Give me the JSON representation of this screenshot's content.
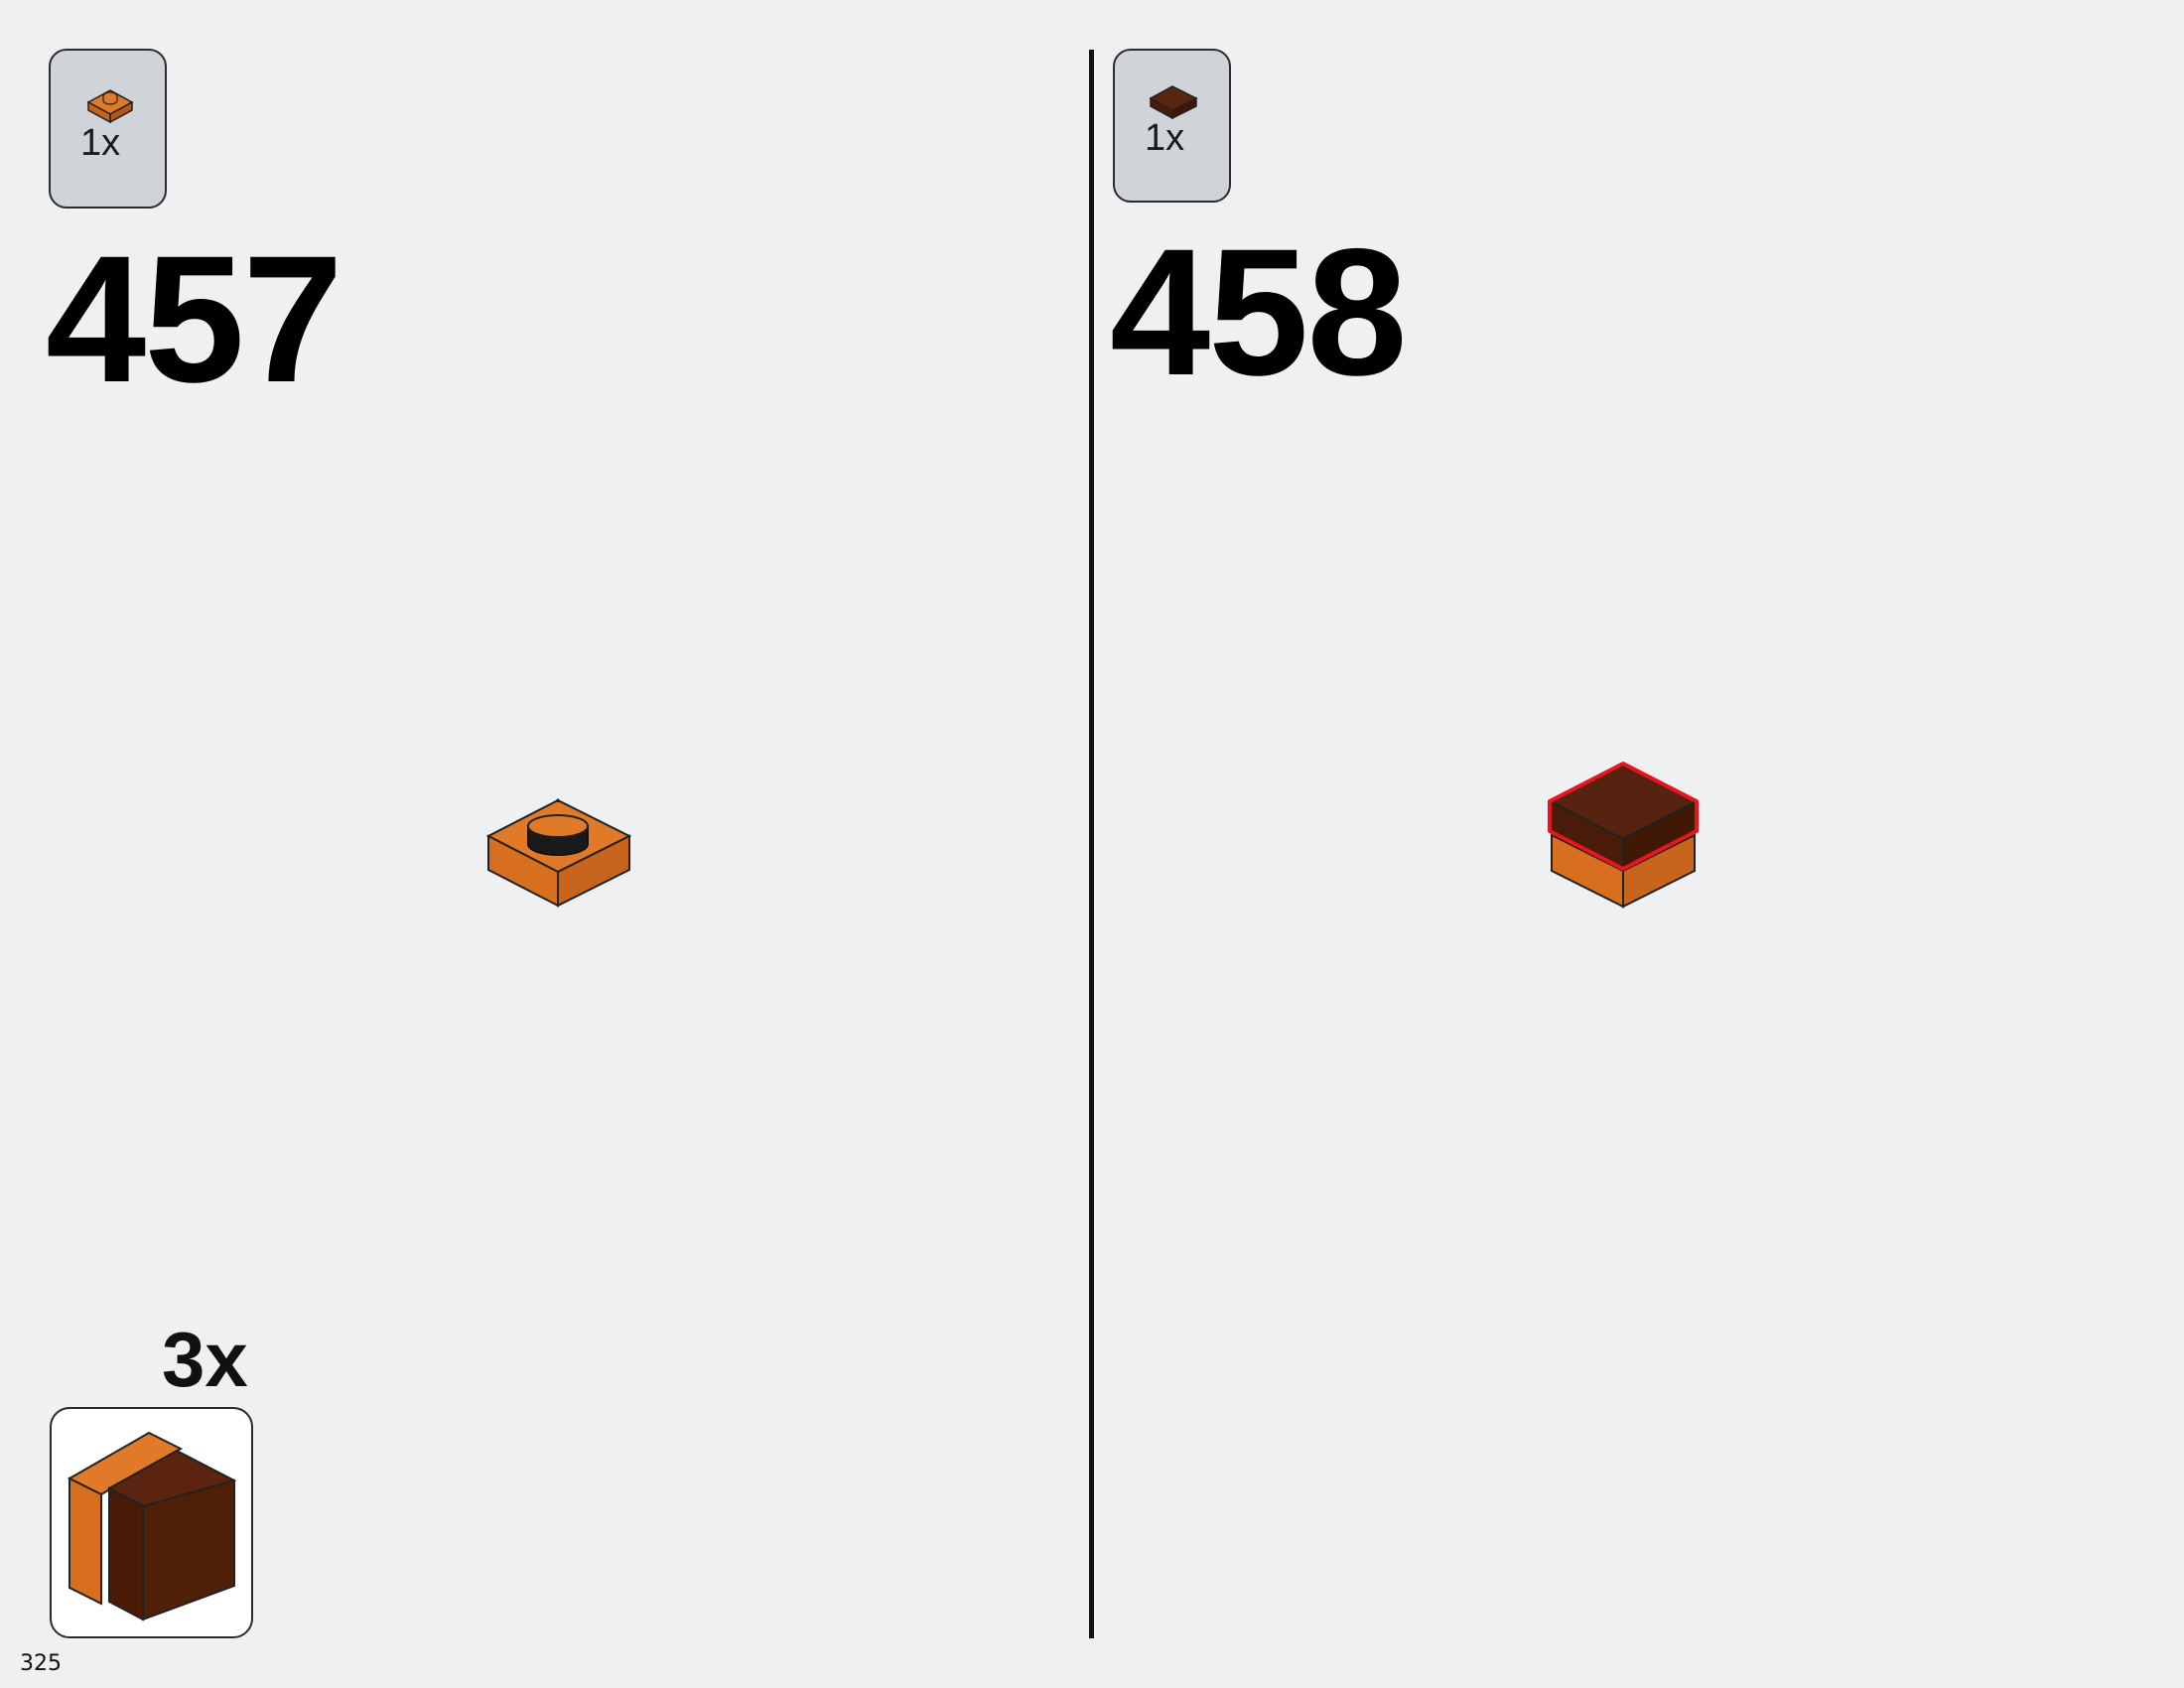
{
  "steps": [
    {
      "number": "457",
      "parts": [
        {
          "icon": "orange-plate-1x1-icon",
          "quantity": "1x",
          "color": "#d86f1f"
        }
      ]
    },
    {
      "number": "458",
      "parts": [
        {
          "icon": "dark-brown-tile-1x1-icon",
          "quantity": "1x",
          "color": "#4f1f08"
        }
      ]
    }
  ],
  "submodel": {
    "quantity": "3x",
    "icon": "orange-brown-stack-icon"
  },
  "page_number": "325",
  "colors": {
    "orange": "#d86f1f",
    "dark_brown": "#4f1f08",
    "highlight": "#e8141e"
  }
}
